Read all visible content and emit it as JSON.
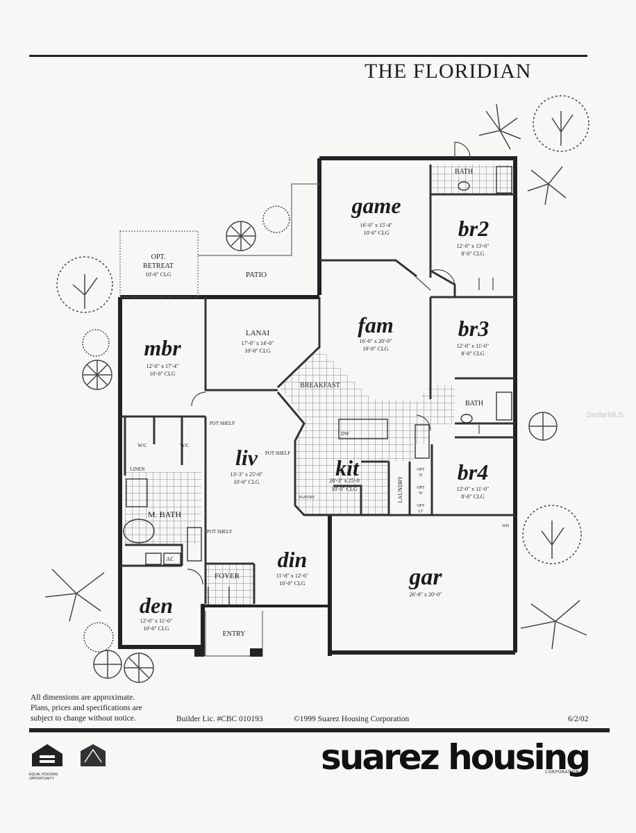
{
  "header": {
    "title": "THE FLORIDIAN"
  },
  "rooms": {
    "opt_retreat": {
      "name_line1": "OPT.",
      "name_line2": "RETREAT",
      "clg": "10'-0\" CLG"
    },
    "patio": {
      "name": "PATIO"
    },
    "game": {
      "name": "game",
      "dims": "16'-0\" x 15'-4\"",
      "clg": "10'-0\" CLG"
    },
    "bath_top": {
      "name": "BATH"
    },
    "br2": {
      "name": "br2",
      "dims": "12'-0\" x 13'-0\"",
      "clg": "8'-0\" CLG"
    },
    "mbr": {
      "name": "mbr",
      "dims": "12'-0\" x 17'-4\"",
      "clg": "10'-0\" CLG"
    },
    "lanai": {
      "name": "LANAI",
      "dims": "17'-0\" x 14'-0\"",
      "clg": "10'-0\" CLG"
    },
    "fam": {
      "name": "fam",
      "dims": "16'-0\" x 20'-0\"",
      "clg": "10'-0\" CLG"
    },
    "br3": {
      "name": "br3",
      "dims": "12'-0\" x 11'-0\"",
      "clg": "8'-0\" CLG"
    },
    "breakfast": {
      "name": "BREAKFAST"
    },
    "bath_mid": {
      "name": "BATH"
    },
    "wic1": {
      "name": "W/C"
    },
    "wic2": {
      "name": "W/C"
    },
    "linen": {
      "name": "LINEN"
    },
    "pot_shelf_1": {
      "name": "POT SHELF"
    },
    "pot_shelf_2": {
      "name": "POT SHELF"
    },
    "pot_shelf_3": {
      "name": "POT SHELF"
    },
    "liv": {
      "name": "liv",
      "dims": "13'-3\" x 25'-0\"",
      "clg": "10'-0\" CLG"
    },
    "kit": {
      "name": "kit",
      "dims": "20'-3\" x 25'-0",
      "clg": "10'-0\" CLG"
    },
    "dw": {
      "name": "DW"
    },
    "pantry": {
      "name": "PANTRY"
    },
    "laundry": {
      "name": "LAUNDRY"
    },
    "opt_d": {
      "l1": "OPT",
      "l2": "D"
    },
    "opt_w": {
      "l1": "OPT",
      "l2": "W"
    },
    "opt_lt": {
      "l1": "OPT",
      "l2": "LT"
    },
    "br4": {
      "name": "br4",
      "dims": "12'-0\" x 11'-0\"",
      "clg": "8'-0\" CLG"
    },
    "wh": {
      "name": "WH"
    },
    "m_bath": {
      "name": "M. BATH"
    },
    "ac": {
      "name": "AC"
    },
    "din": {
      "name": "din",
      "dims": "11'-8\" x 12'-6\"",
      "clg": "10'-0\" CLG"
    },
    "foyer": {
      "name": "FOYER"
    },
    "gar": {
      "name": "gar",
      "dims": "26'-8\" x 20'-0\""
    },
    "den": {
      "name": "den",
      "dims": "12'-0\" x 11'-0\"",
      "clg": "10'-0\" CLG"
    },
    "entry": {
      "name": "ENTRY"
    }
  },
  "footer": {
    "disclaimer_1": "All dimensions are approximate.",
    "disclaimer_2": "Plans, prices and specifications are",
    "disclaimer_3": "subject to change without notice.",
    "license": "Builder Lic. #CBC 010193",
    "copyright": "©1999 Suarez Housing Corporation",
    "date": "6/2/02"
  },
  "branding": {
    "company": "suarez housing",
    "company_sub": "CORPORATION",
    "eho_line1": "EQUAL HOUSING",
    "eho_line2": "OPPORTUNITY",
    "watermark": "StellarMLS"
  }
}
